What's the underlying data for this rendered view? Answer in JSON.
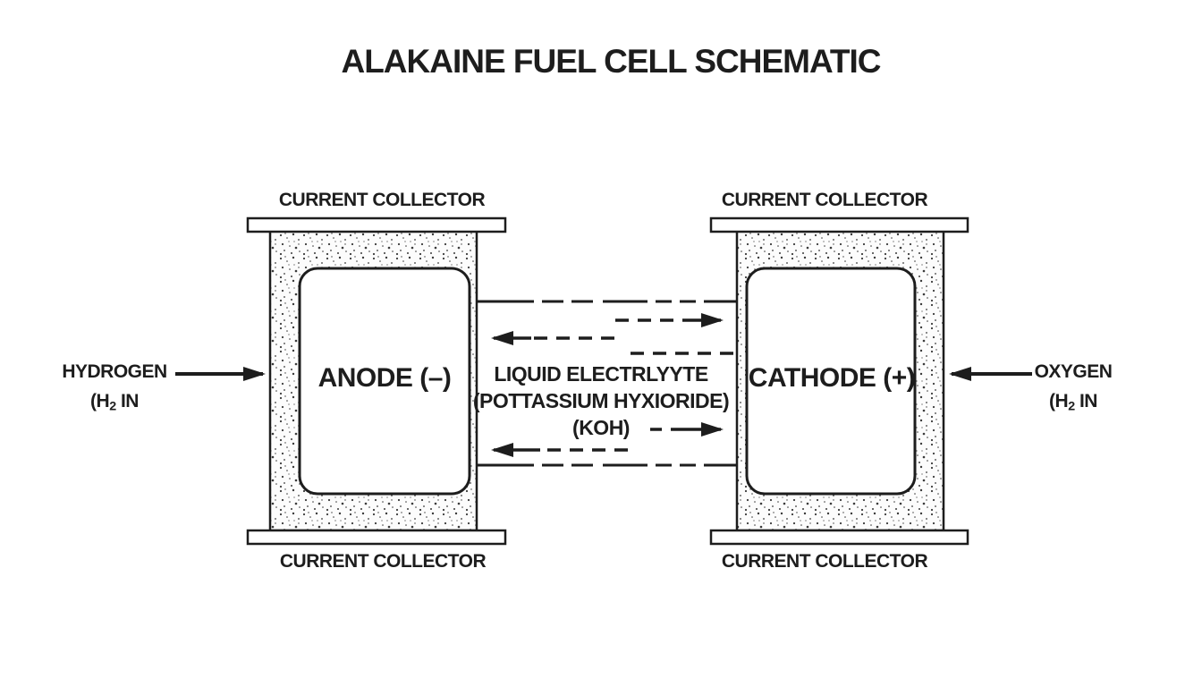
{
  "title": "ALAKAINE FUEL CELL SCHEMATIC",
  "colors": {
    "ink": "#1d1d1d",
    "background": "#ffffff"
  },
  "anode_assembly": {
    "collector_top_label": "CURRENT COLLECTOR",
    "collector_bottom_label": "CURRENT COLLECTOR",
    "electrode_label": "ANODE (–)"
  },
  "cathode_assembly": {
    "collector_top_label": "CURRENT COLLECTOR",
    "collector_bottom_label": "CURRENT COLLECTOR",
    "electrode_label": "CATHODE (+)"
  },
  "hydrogen_inlet": {
    "gas_label": "HYDROGEN",
    "formula_prefix": "(H",
    "formula_subscript": "2",
    "formula_suffix": " IN"
  },
  "oxygen_inlet": {
    "gas_label": "OXYGEN",
    "formula_prefix": "(H",
    "formula_subscript": "2",
    "formula_suffix": " IN"
  },
  "electrolyte": {
    "line1": "LIQUID ELECTRLYYTE",
    "line2": "(POTTASSIUM HYXIORIDE)",
    "line3": "(KOH)"
  }
}
